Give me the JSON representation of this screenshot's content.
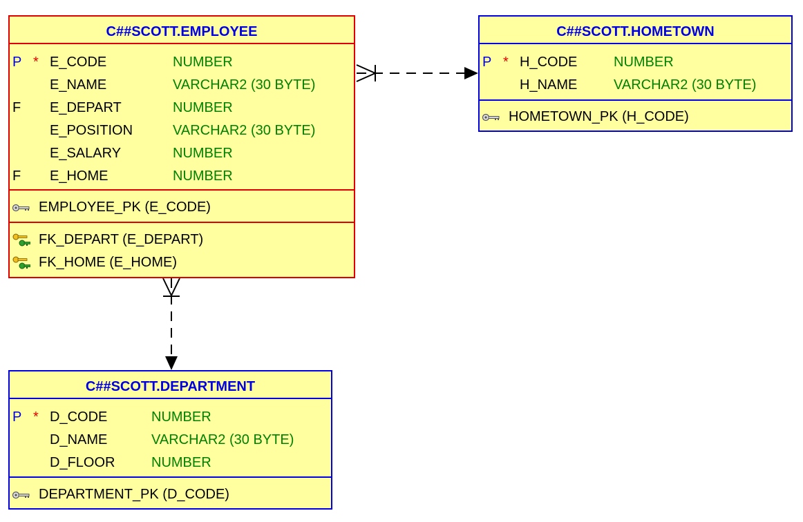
{
  "entities": {
    "employee": {
      "title": "C##SCOTT.EMPLOYEE",
      "columns": [
        {
          "flag": "P",
          "required": "*",
          "name": "E_CODE",
          "type": "NUMBER"
        },
        {
          "flag": "",
          "required": "",
          "name": "E_NAME",
          "type": "VARCHAR2 (30 BYTE)"
        },
        {
          "flag": "F",
          "required": "",
          "name": "E_DEPART",
          "type": "NUMBER"
        },
        {
          "flag": "",
          "required": "",
          "name": "E_POSITION",
          "type": "VARCHAR2 (30 BYTE)"
        },
        {
          "flag": "",
          "required": "",
          "name": "E_SALARY",
          "type": "NUMBER"
        },
        {
          "flag": "F",
          "required": "",
          "name": "E_HOME",
          "type": "NUMBER"
        }
      ],
      "primary_keys": [
        {
          "label": "EMPLOYEE_PK (E_CODE)",
          "icon": "primary-key-icon"
        }
      ],
      "foreign_keys": [
        {
          "label": "FK_DEPART (E_DEPART)",
          "icon": "foreign-key-icon"
        },
        {
          "label": "FK_HOME (E_HOME)",
          "icon": "foreign-key-icon"
        }
      ],
      "border_color": "#e00000"
    },
    "hometown": {
      "title": "C##SCOTT.HOMETOWN",
      "columns": [
        {
          "flag": "P",
          "required": "*",
          "name": "H_CODE",
          "type": "NUMBER"
        },
        {
          "flag": "",
          "required": "",
          "name": "H_NAME",
          "type": "VARCHAR2 (30 BYTE)"
        }
      ],
      "primary_keys": [
        {
          "label": "HOMETOWN_PK (H_CODE)",
          "icon": "primary-key-icon"
        }
      ],
      "border_color": "#0000e0"
    },
    "department": {
      "title": "C##SCOTT.DEPARTMENT",
      "columns": [
        {
          "flag": "P",
          "required": "*",
          "name": "D_CODE",
          "type": "NUMBER"
        },
        {
          "flag": "",
          "required": "",
          "name": "D_NAME",
          "type": "VARCHAR2 (30 BYTE)"
        },
        {
          "flag": "",
          "required": "",
          "name": "D_FLOOR",
          "type": "NUMBER"
        }
      ],
      "primary_keys": [
        {
          "label": "DEPARTMENT_PK (D_CODE)",
          "icon": "primary-key-icon"
        }
      ],
      "border_color": "#0000e0"
    }
  },
  "relationships": [
    {
      "from": "C##SCOTT.EMPLOYEE",
      "to": "C##SCOTT.HOMETOWN",
      "style": "dashed",
      "from_end": "crow-foot-one-or-more",
      "to_end": "arrow"
    },
    {
      "from": "C##SCOTT.EMPLOYEE",
      "to": "C##SCOTT.DEPARTMENT",
      "style": "dashed",
      "from_end": "crow-foot-one-or-more",
      "to_end": "arrow"
    }
  ],
  "colors": {
    "entity_fill": "#ffffa0",
    "title_text": "#0000e0",
    "type_text": "#008000",
    "required_star": "#e00000"
  }
}
